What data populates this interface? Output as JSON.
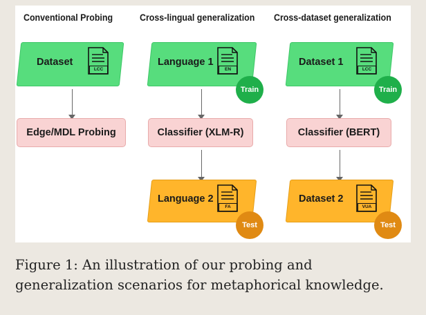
{
  "columns": [
    {
      "title": "Conventional Probing",
      "source": {
        "label": "Dataset",
        "tag": "LCC"
      },
      "middle": "Edge/MDL Probing"
    },
    {
      "title": "Cross-lingual generalization",
      "source": {
        "label": "Language 1",
        "tag": "EN"
      },
      "train_badge": "Train",
      "middle": "Classifier (XLM-R)",
      "target": {
        "label": "Language 2",
        "tag": "FA"
      },
      "test_badge": "Test"
    },
    {
      "title": "Cross-dataset generalization",
      "source": {
        "label": "Dataset 1",
        "tag": "LCC"
      },
      "train_badge": "Train",
      "middle": "Classifier (BERT)",
      "target": {
        "label": "Dataset 2",
        "tag": "VUA"
      },
      "test_badge": "Test"
    }
  ],
  "caption": "Figure 1: An illustration of our probing and generalization scenarios for metaphorical knowledge.",
  "colors": {
    "dataset_green": "#57dd7d",
    "dataset_orange": "#ffb52b",
    "classifier_pink": "#f9d3d3",
    "train_badge": "#1faf4a",
    "test_badge": "#e08a13"
  },
  "icons": [
    "document-icon",
    "arrow-down-icon"
  ]
}
